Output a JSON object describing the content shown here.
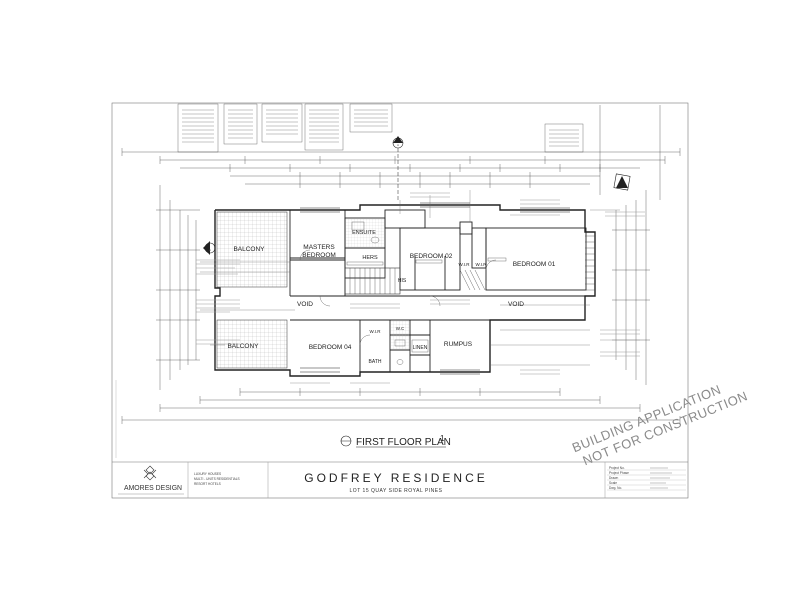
{
  "title_block": {
    "project_name": "GODFREY RESIDENCE",
    "project_address": "LOT 15 QUAY SIDE ROYAL PINES",
    "firm_name": "AMORES DESIGN",
    "firm_services": [
      "LUXURY HOUSES",
      "MULTI - UNITS RESIDENTIALS",
      "RESORT HOTELS"
    ]
  },
  "drawing": {
    "title": "FIRST FLOOR PLAN",
    "number": "1",
    "status_line1": "BUILDING APPLICATION",
    "status_line2": "NOT FOR CONSTRUCTION",
    "section_marker": "A"
  },
  "rooms": {
    "balcony_top": "BALCONY",
    "masters_bedroom_1": "MASTERS",
    "masters_bedroom_2": "BEDROOM",
    "ensuite": "ENSUITE",
    "hers": "HERS",
    "his": "HIS",
    "bedroom_02": "BEDROOM 02",
    "bedroom_01": "BEDROOM 01",
    "wir_1": "W.I.R",
    "wir_2": "W.I.R",
    "void_left": "VOID",
    "void_right": "VOID",
    "balcony_bottom": "BALCONY",
    "bedroom_04": "BEDROOM 04",
    "wir_3": "W.I.R",
    "bath": "BATH",
    "wc": "W.C",
    "linen": "LINEN",
    "rumpus": "RUMPUS"
  },
  "info_labels": [
    "Project No.",
    "Project Phase",
    "Drawn",
    "Scale",
    "Dwg. No."
  ]
}
